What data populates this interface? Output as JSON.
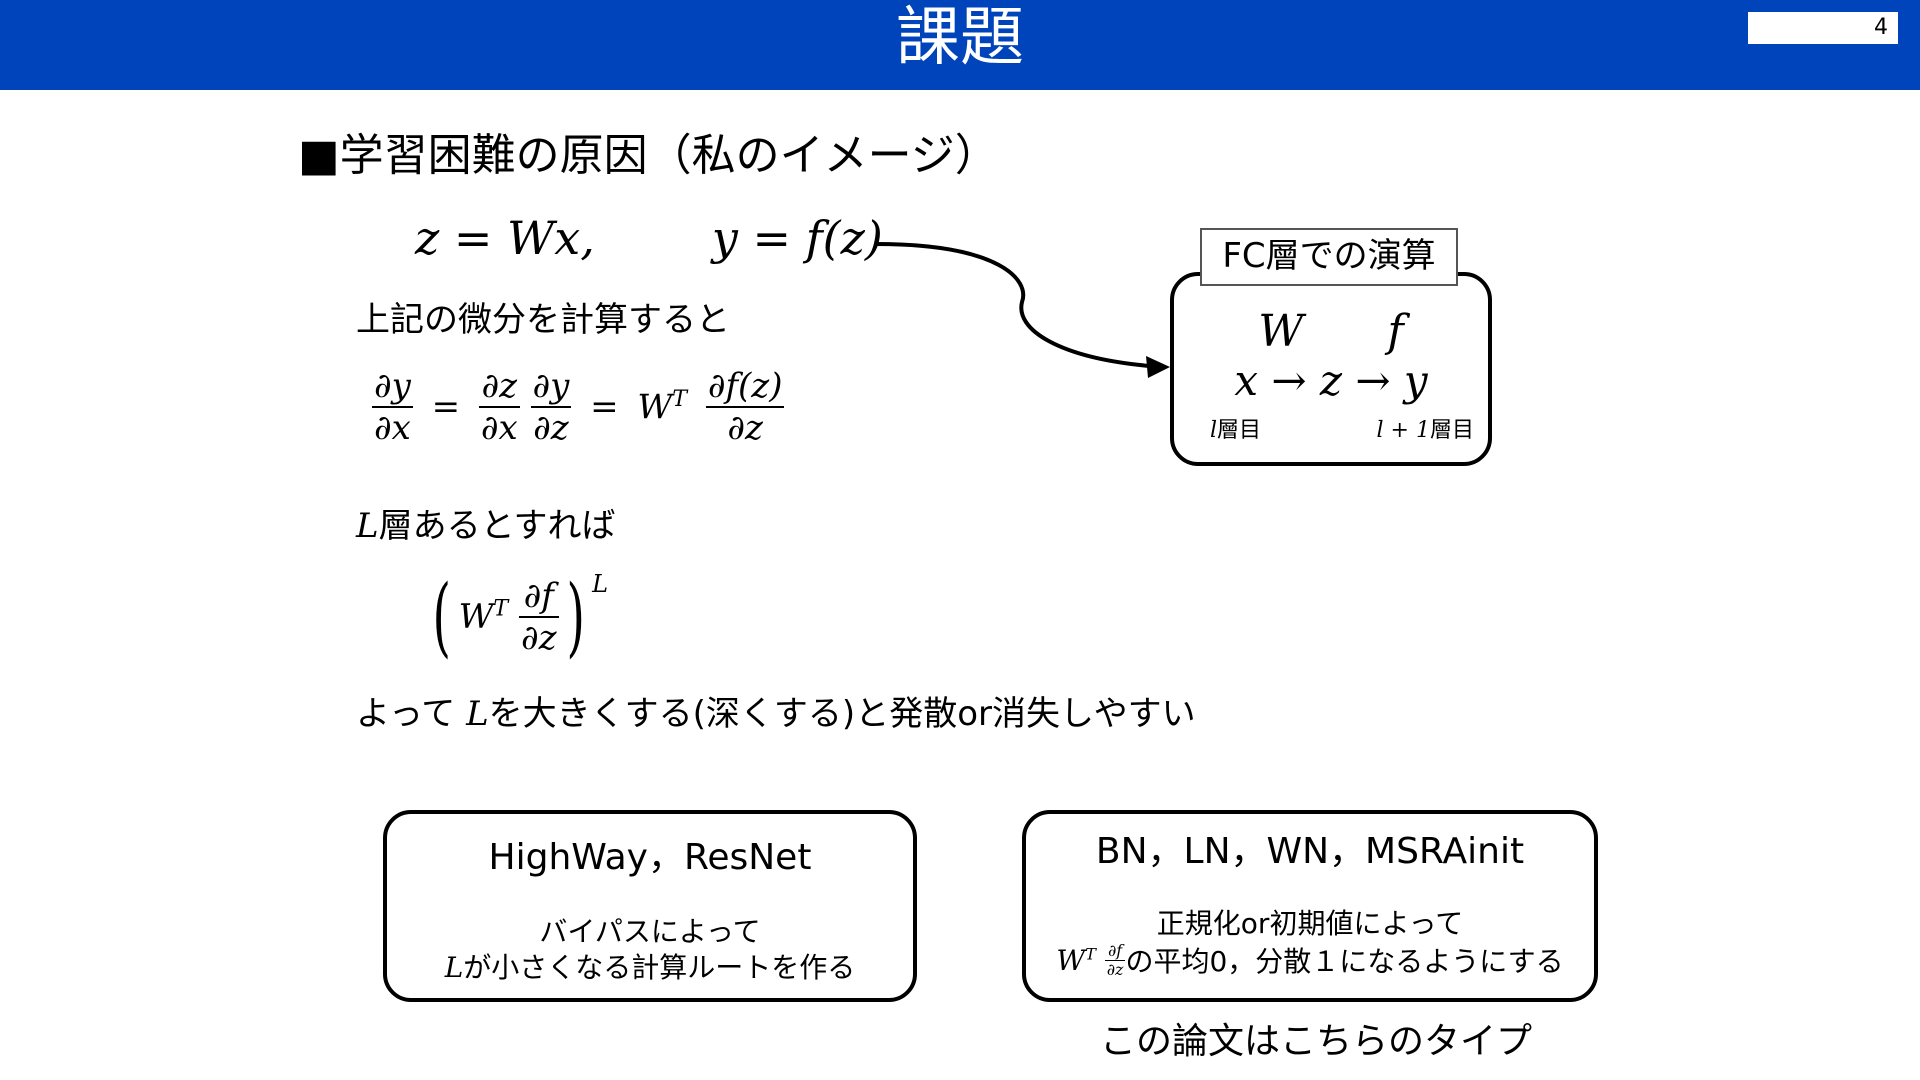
{
  "header": {
    "title": "課題",
    "page_number": "4"
  },
  "section_title": "■学習困難の原因（私のイメージ）",
  "equations": {
    "forward": "z = Wx,        y = f(z)",
    "deriv_intro": "上記の微分を計算すると",
    "dy": "∂y",
    "dx": "∂x",
    "dz": "∂z",
    "eq": "=",
    "wt": "W",
    "t": "T",
    "dfz": "∂f(z)",
    "layers_intro_math": "L",
    "layers_intro_text": "層あるとすれば",
    "df": "∂f",
    "power_L": "L",
    "conclusion_pre": "よって ",
    "conclusion_math": "L",
    "conclusion_post": "を大きくする(深くする)と発散or消失しやすい"
  },
  "fc_box": {
    "label": "FC層での演算",
    "weights": "W      f",
    "flow": "x → z → y",
    "left_layer_math": "l",
    "left_layer_text": "層目",
    "right_layer_math": "l + 1",
    "right_layer_text": "層目"
  },
  "box_left": {
    "title": "HighWay，ResNet",
    "line1": "バイパスによって",
    "line2_math": "L",
    "line2_text": "が小さくなる計算ルートを作る"
  },
  "box_right": {
    "title": "BN，LN，WN，MSRAinit",
    "line1": "正規化or初期値によって",
    "wt": "W",
    "t": "T",
    "df": "∂f",
    "dz": "∂z",
    "line2_text": "の平均0，分散１になるようにする",
    "caption": "この論文はこちらのタイプ"
  }
}
